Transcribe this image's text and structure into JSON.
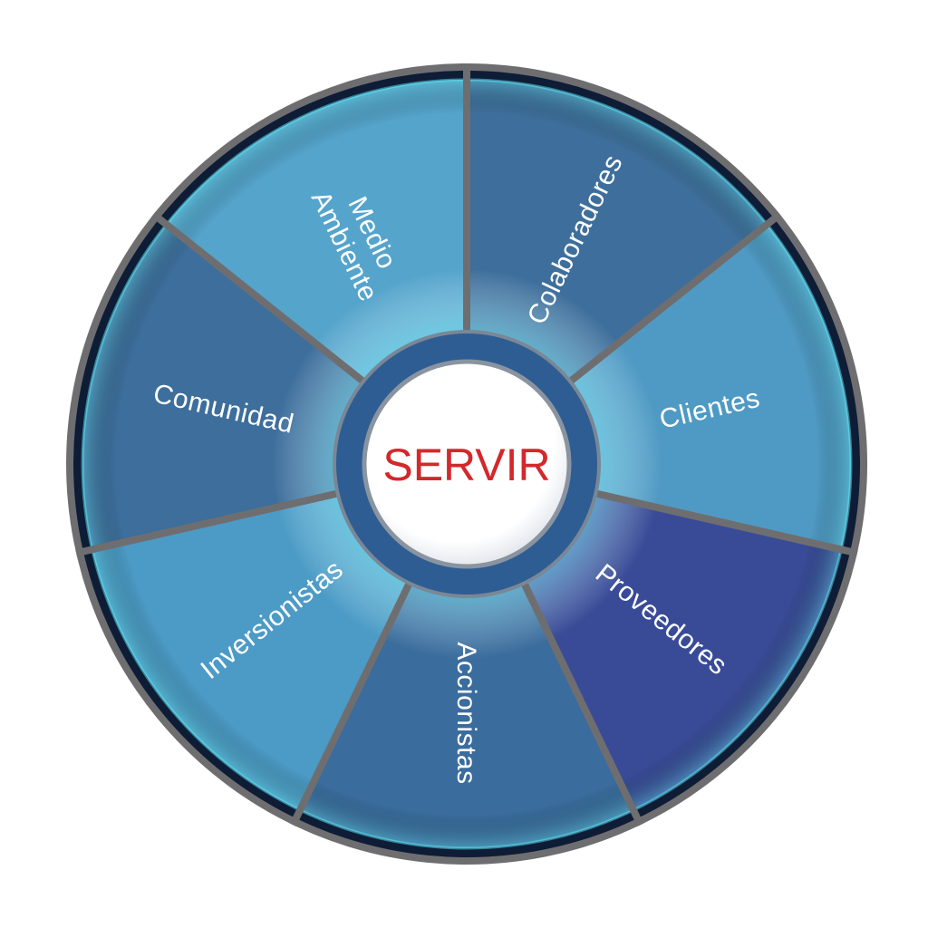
{
  "center": {
    "label": "SERVIR",
    "color": "#d3282c"
  },
  "segments": [
    {
      "lines": [
        "Colaboradores"
      ],
      "color": "#3e6f9c"
    },
    {
      "lines": [
        "Clientes"
      ],
      "color": "#4f9ac4"
    },
    {
      "lines": [
        "Proveedores"
      ],
      "color": "#394b97"
    },
    {
      "lines": [
        "Accionistas"
      ],
      "color": "#3a6c9d"
    },
    {
      "lines": [
        "Inversionistas"
      ],
      "color": "#4b9bc6"
    },
    {
      "lines": [
        "Comunidad"
      ],
      "color": "#3d6e9c"
    },
    {
      "lines": [
        "Medio",
        "Ambiente"
      ],
      "color": "#55a4cc"
    }
  ],
  "colors": {
    "rim": "#6e6e70",
    "rim_dark": "#0e1c36",
    "glow": "#5fe6f5",
    "hub": "#2e5d93"
  }
}
